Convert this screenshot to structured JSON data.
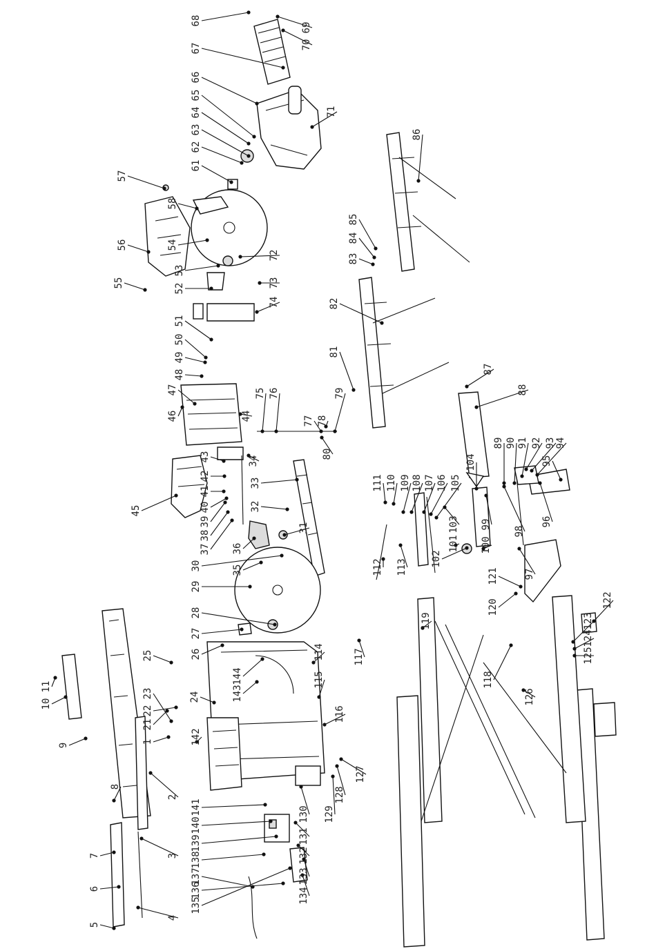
{
  "callouts": [
    "1",
    "2",
    "3",
    "4",
    "5",
    "6",
    "7",
    "8",
    "9",
    "10",
    "11",
    "21",
    "22",
    "23",
    "24",
    "25",
    "26",
    "27",
    "28",
    "29",
    "30",
    "31",
    "32",
    "33",
    "34",
    "35",
    "36",
    "37",
    "38",
    "39",
    "40",
    "41",
    "42",
    "43",
    "44",
    "45",
    "46",
    "47",
    "48",
    "49",
    "50",
    "51",
    "52",
    "53",
    "54",
    "55",
    "56",
    "57",
    "58",
    "61",
    "62",
    "63",
    "64",
    "65",
    "66",
    "67",
    "68",
    "69",
    "70",
    "71",
    "72",
    "73",
    "74",
    "75",
    "76",
    "77",
    "78",
    "79",
    "80",
    "81",
    "82",
    "83",
    "84",
    "85",
    "86",
    "87",
    "88",
    "89",
    "90",
    "91",
    "92",
    "93",
    "94",
    "95",
    "96",
    "97",
    "98",
    "99",
    "100",
    "101",
    "102",
    "103",
    "104",
    "105",
    "106",
    "107",
    "108",
    "109",
    "110",
    "111",
    "112",
    "113",
    "114",
    "115",
    "116",
    "117",
    "118",
    "119",
    "120",
    "121",
    "122",
    "123",
    "124",
    "125",
    "126",
    "127",
    "128",
    "129",
    "130",
    "131",
    "132",
    "133",
    "134",
    "135",
    "136",
    "137",
    "138",
    "139",
    "140",
    "141",
    "142",
    "143",
    "144"
  ]
}
